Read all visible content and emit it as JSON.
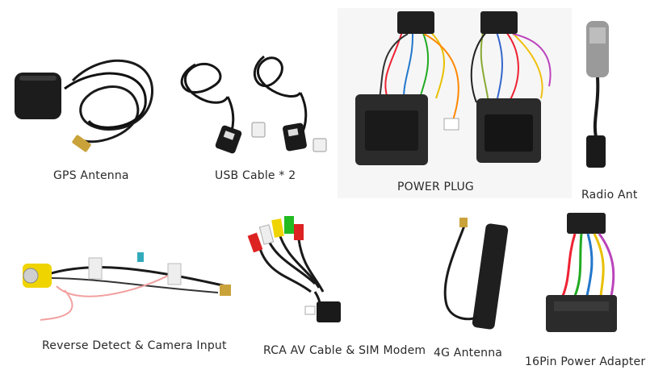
{
  "accessories": [
    {
      "id": "gps",
      "caption": "GPS Antenna"
    },
    {
      "id": "usb",
      "caption": "USB Cable * 2"
    },
    {
      "id": "power",
      "caption": "POWER PLUG"
    },
    {
      "id": "radio",
      "caption": "Radio Ant"
    },
    {
      "id": "reverse",
      "caption": "Reverse Detect & Camera Input"
    },
    {
      "id": "rca",
      "caption": "RCA AV Cable & SIM Modem"
    },
    {
      "id": "4g",
      "caption": "4G Antenna"
    },
    {
      "id": "adapter",
      "caption": "16Pin Power Adapter"
    }
  ]
}
